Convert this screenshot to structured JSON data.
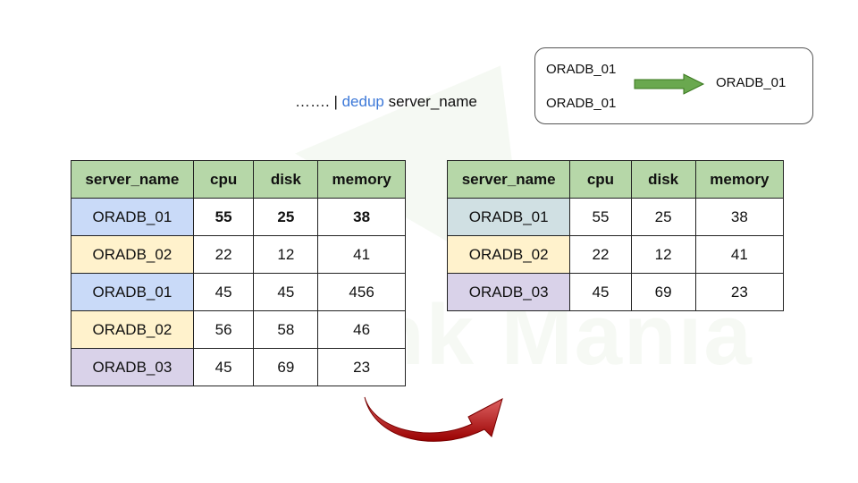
{
  "command": {
    "prefix": "……. | ",
    "keyword": "dedup",
    "argument": " server_name"
  },
  "legend": {
    "input_1": "ORADB_01",
    "input_2": "ORADB_01",
    "output": "ORADB_01"
  },
  "colors": {
    "header": "#b6d7a8",
    "ORADB_01": "#c9daf8",
    "ORADB_02": "#fff2cc",
    "ORADB_03": "#d9d2e9",
    "ORADB_01_result": "#d0e0e3",
    "arrow_green": "#6aa84f",
    "arrow_red": "#cc0000"
  },
  "watermark": "Splunk Mania",
  "left_table": {
    "headers": [
      "server_name",
      "cpu",
      "disk",
      "memory"
    ],
    "rows": [
      {
        "cells": [
          "ORADB_01",
          "55",
          "25",
          "38"
        ],
        "color_key": "ORADB_01",
        "bold": true
      },
      {
        "cells": [
          "ORADB_02",
          "22",
          "12",
          "41"
        ],
        "color_key": "ORADB_02",
        "bold": false
      },
      {
        "cells": [
          "ORADB_01",
          "45",
          "45",
          "456"
        ],
        "color_key": "ORADB_01",
        "bold": false
      },
      {
        "cells": [
          "ORADB_02",
          "56",
          "58",
          "46"
        ],
        "color_key": "ORADB_02",
        "bold": false
      },
      {
        "cells": [
          "ORADB_03",
          "45",
          "69",
          "23"
        ],
        "color_key": "ORADB_03",
        "bold": false
      }
    ]
  },
  "right_table": {
    "headers": [
      "server_name",
      "cpu",
      "disk",
      "memory"
    ],
    "rows": [
      {
        "cells": [
          "ORADB_01",
          "55",
          "25",
          "38"
        ],
        "color_key": "ORADB_01_result"
      },
      {
        "cells": [
          "ORADB_02",
          "22",
          "12",
          "41"
        ],
        "color_key": "ORADB_02"
      },
      {
        "cells": [
          "ORADB_03",
          "45",
          "69",
          "23"
        ],
        "color_key": "ORADB_03"
      }
    ]
  }
}
